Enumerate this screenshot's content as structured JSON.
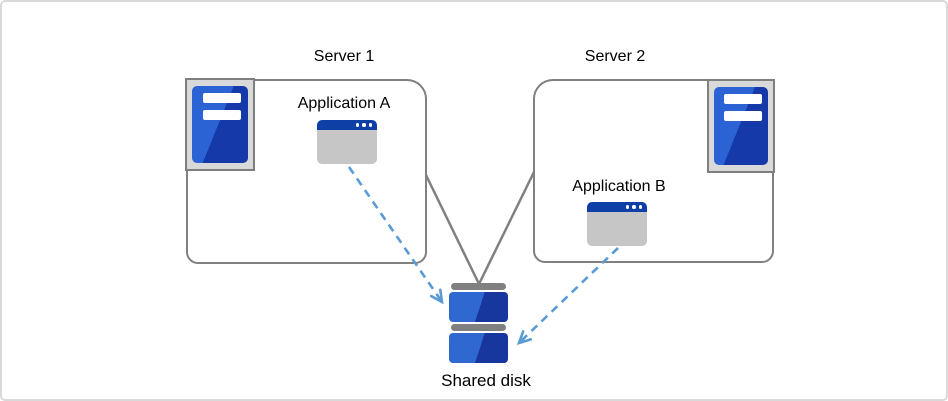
{
  "diagram": {
    "servers": [
      {
        "label": "Server 1",
        "application": {
          "label": "Application A"
        }
      },
      {
        "label": "Server 2",
        "application": {
          "label": "Application B"
        }
      }
    ],
    "shared_disk": {
      "label": "Shared disk"
    },
    "icons": {
      "server1": "server-tower-icon",
      "server2": "server-tower-icon",
      "application_a": "app-window-icon",
      "application_b": "app-window-icon",
      "shared_disk": "disk-stack-icon"
    },
    "colors": {
      "page_border": "#d9d9d9",
      "box_border": "#808080",
      "connector_gray": "#808080",
      "arrow_blue": "#5b9bd5",
      "tower_frame_fill": "#d9d9d9",
      "tower_frame_border": "#7f7f7f",
      "tower_blue_light": "#2b63d4",
      "tower_blue_dark": "#1539a8",
      "window_titlebar_blue": "#0d3fa6",
      "window_body_gray": "#c6c6c6",
      "disk_blue_light": "#2e68d0",
      "disk_blue_dark": "#17379e",
      "disk_cap_gray": "#808080",
      "text": "#000000"
    }
  }
}
